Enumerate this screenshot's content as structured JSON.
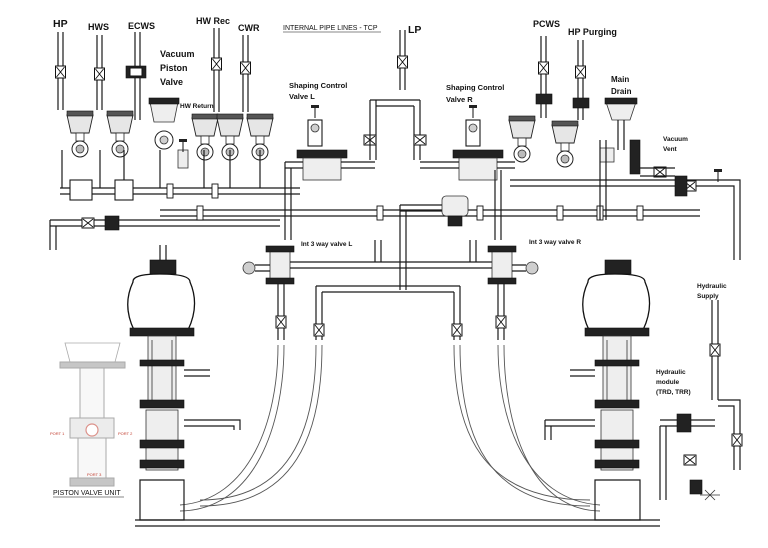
{
  "diagram": {
    "title": "INTERNAL PIPE LINES - TCP",
    "labels": {
      "hp": "HP",
      "hws": "HWS",
      "ecws": "ECWS",
      "hw_rec": "HW Rec",
      "cwr": "CWR",
      "lp": "LP",
      "pcws": "PCWS",
      "hp_purging": "HP Purging",
      "vacuum_piston_valve_1": "Vacuum",
      "vacuum_piston_valve_2": "Piston",
      "vacuum_piston_valve_3": "Valve",
      "hw_return": "HW Return",
      "shaping_control_l_1": "Shaping Control",
      "shaping_control_l_2": "Valve L",
      "shaping_control_r_1": "Shaping Control",
      "shaping_control_r_2": "Valve R",
      "main_drain_1": "Main",
      "main_drain_2": "Drain",
      "vacuum_vent_1": "Vacuum",
      "vacuum_vent_2": "Vent",
      "int_3way_l": "Int 3 way valve L",
      "int_3way_r": "Int 3 way valve R",
      "hydraulic_supply_1": "Hydraulic",
      "hydraulic_supply_2": "Supply",
      "hydraulic_module_1": "Hydraulic",
      "hydraulic_module_2": "module",
      "hydraulic_module_3": "(TRD, TRR)",
      "piston_valve_unit": "PISTON VALVE UNIT",
      "port_1": "PORT 1",
      "port_2": "PORT 2",
      "port_3": "PORT 3"
    }
  }
}
